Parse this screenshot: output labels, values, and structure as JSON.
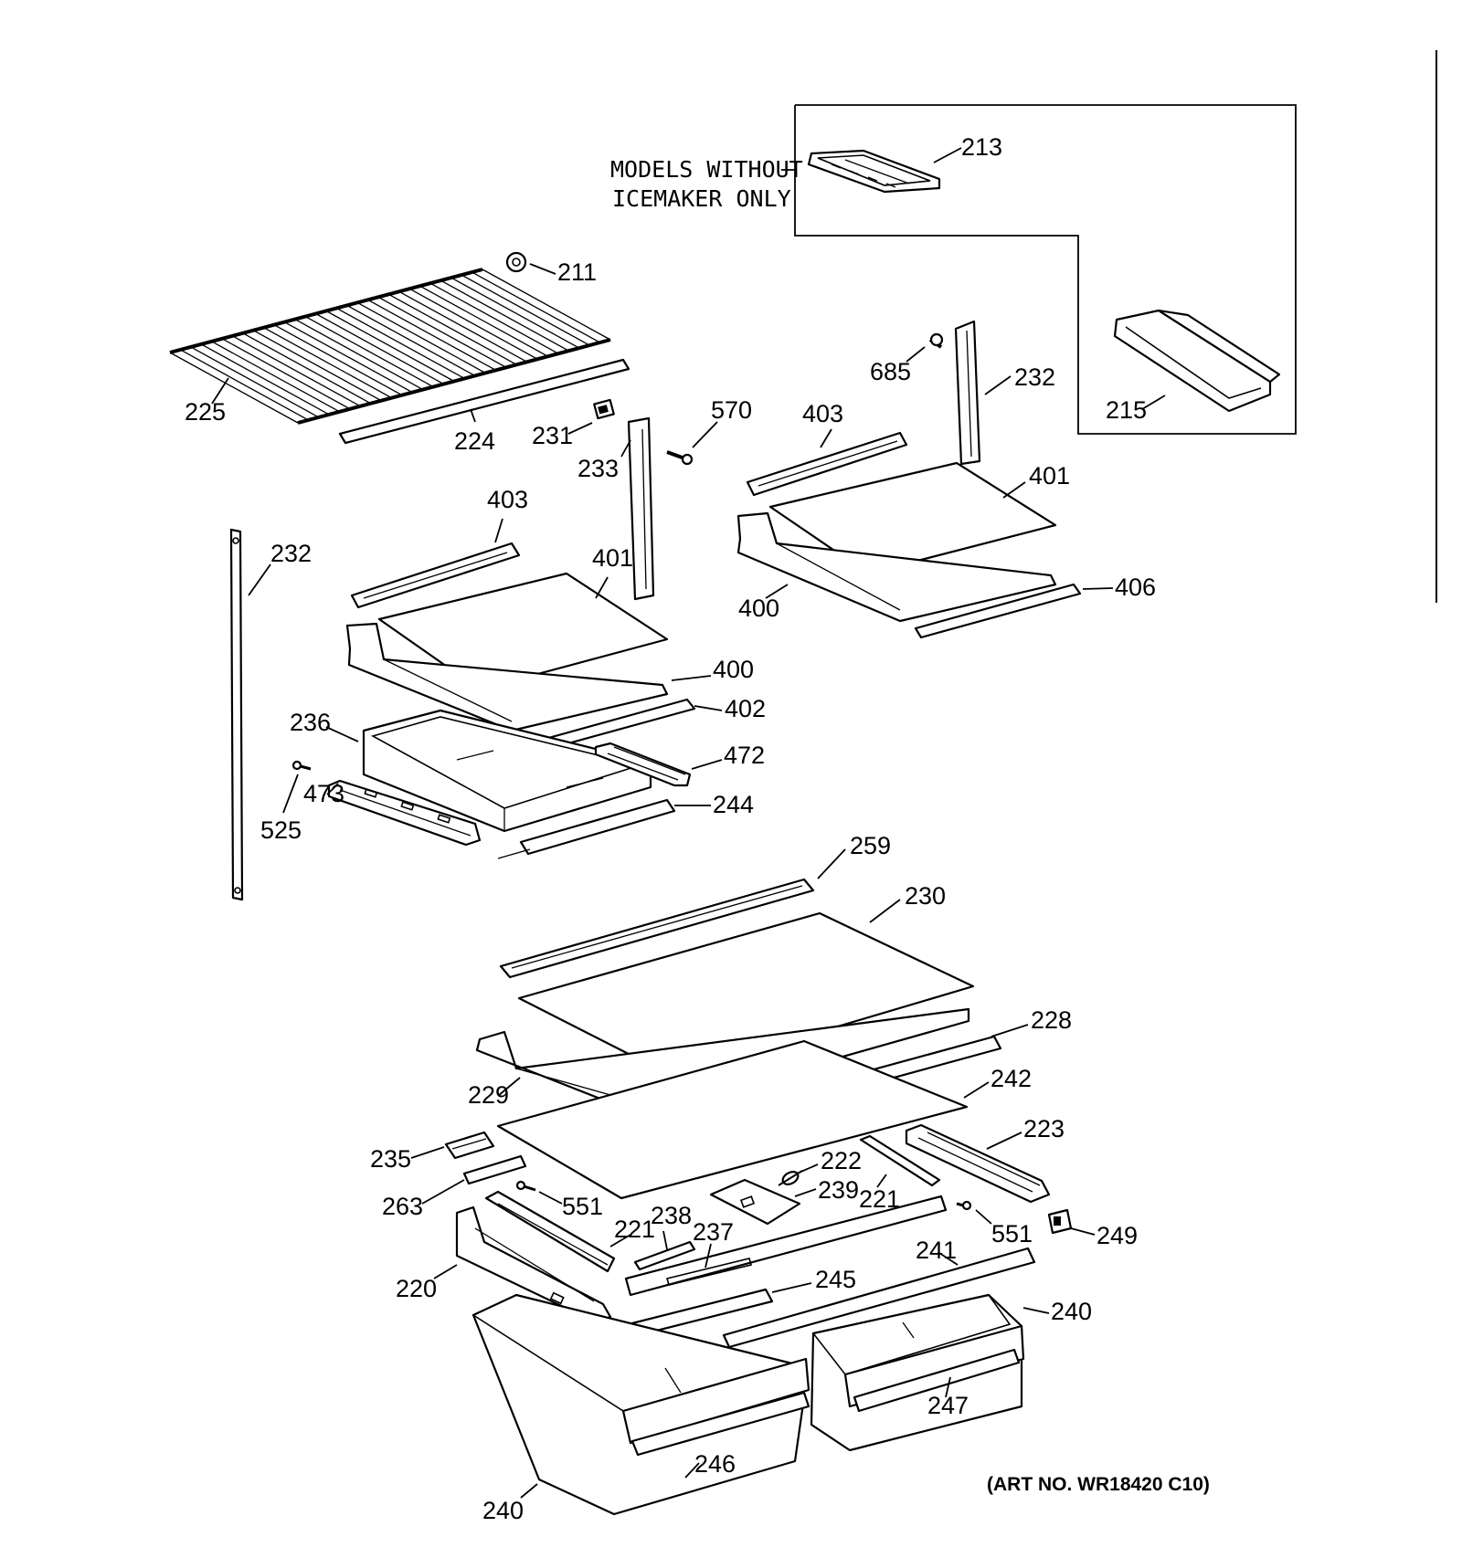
{
  "diagram": {
    "note": {
      "line1": "MODELS WITHOUT",
      "line2": "ICEMAKER ONLY"
    },
    "art_number": "(ART NO. WR18420 C10)",
    "labels": {
      "p213": "213",
      "p211": "211",
      "p225": "225",
      "p224": "224",
      "p685": "685",
      "p232a": "232",
      "p215": "215",
      "p570": "570",
      "p231": "231",
      "p233": "233",
      "p403a": "403",
      "p401a": "401",
      "p406": "406",
      "p400a": "400",
      "p232b": "232",
      "p403b": "403",
      "p401b": "401",
      "p400b": "400",
      "p402": "402",
      "p236": "236",
      "p472": "472",
      "p473": "473",
      "p244": "244",
      "p525": "525",
      "p259": "259",
      "p230": "230",
      "p228": "228",
      "p229": "229",
      "p242": "242",
      "p223": "223",
      "p235": "235",
      "p222": "222",
      "p239": "239",
      "p221a": "221",
      "p263": "263",
      "p551a": "551",
      "p551b": "551",
      "p249": "249",
      "p221b": "221",
      "p238": "238",
      "p237": "237",
      "p241": "241",
      "p220": "220",
      "p245": "245",
      "p240a": "240",
      "p247": "247",
      "p246": "246",
      "p240b": "240"
    }
  }
}
